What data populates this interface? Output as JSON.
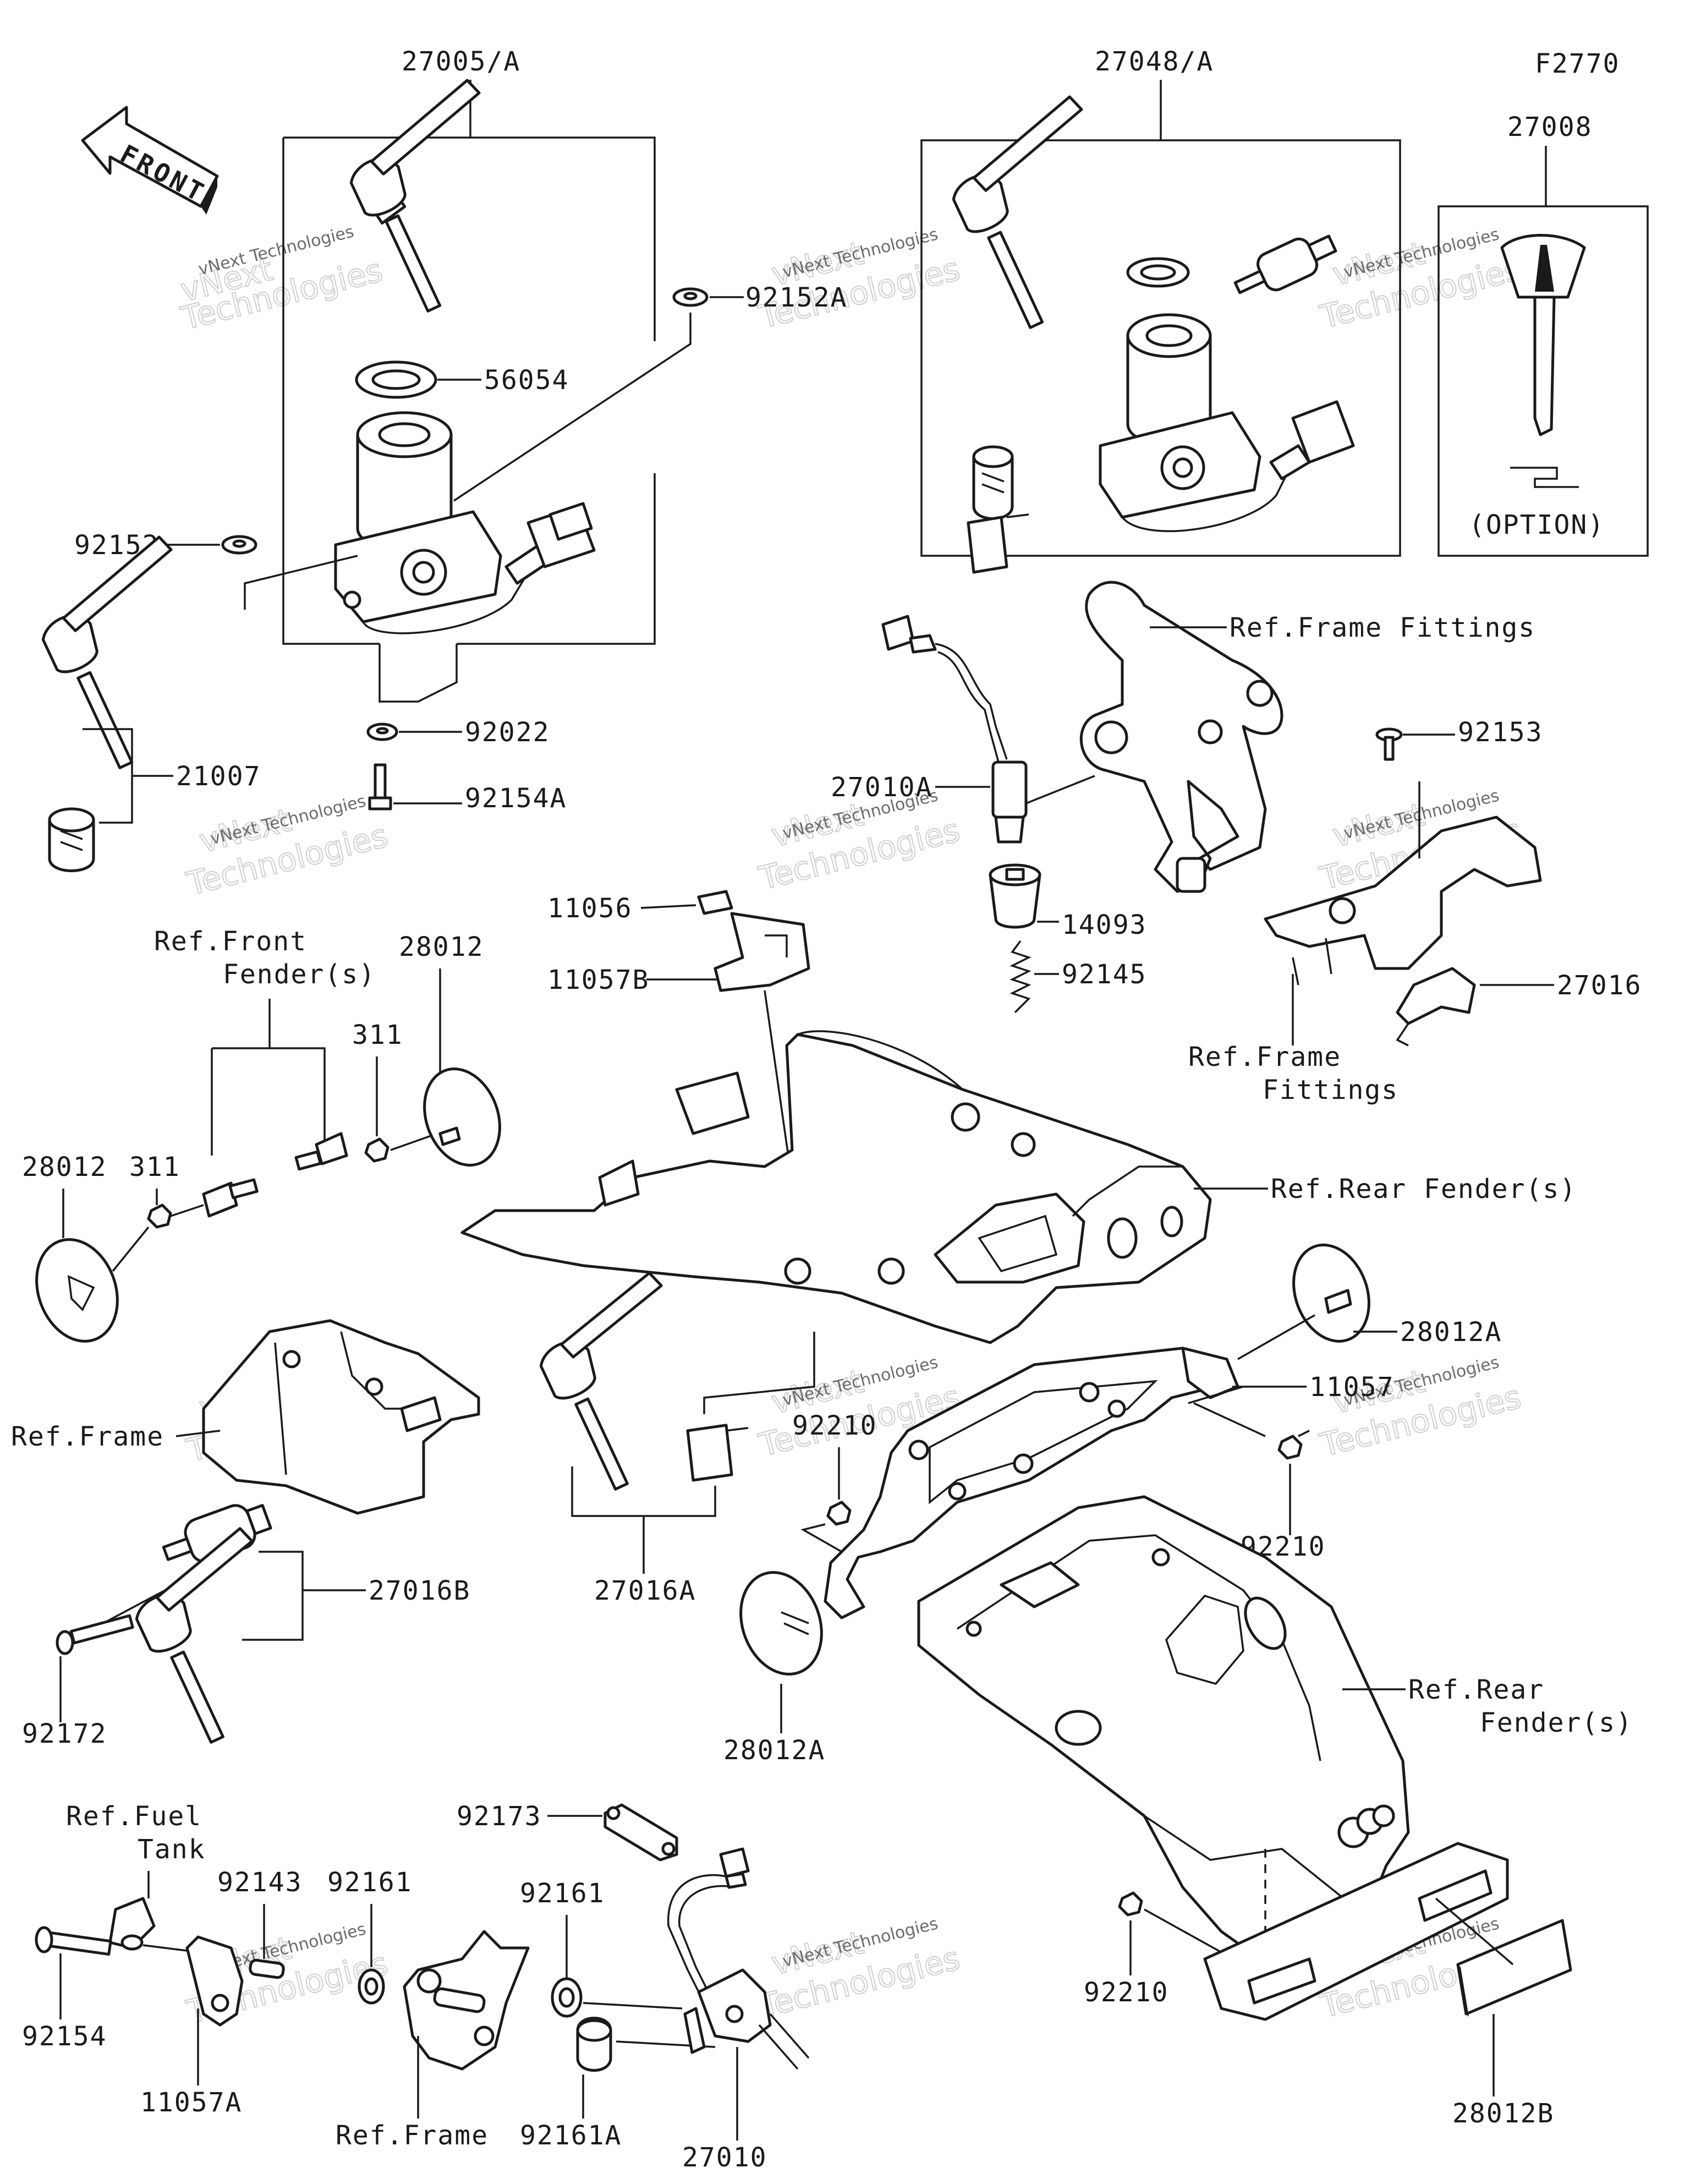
{
  "figure_code": "F2770",
  "front_label": "FRONT",
  "watermark": {
    "line1": "vNext Technologies",
    "line2": "vNext",
    "line3": "Technologies"
  },
  "labels": {
    "p27005A": "27005/A",
    "p27048A": "27048/A",
    "p27008": "27008",
    "option": "(OPTION)",
    "p92152A": "92152A",
    "p56054": "56054",
    "p92152": "92152",
    "p92022": "92022",
    "p92154A": "92154A",
    "p21007": "21007",
    "refFrameFittings1": "Ref.Frame Fittings",
    "p92153": "92153",
    "p27010A": "27010A",
    "p14093": "14093",
    "p92145": "92145",
    "p11056": "11056",
    "p11057B": "11057B",
    "refFrontFender1": "Ref.Front",
    "refFrontFender2": "Fender(s)",
    "p28012_top": "28012",
    "p311_top": "311",
    "p28012_left": "28012",
    "p311_left": "311",
    "p27016": "27016",
    "refFrameFittings2a": "Ref.Frame",
    "refFrameFittings2b": "Fittings",
    "refRearFender1": "Ref.Rear Fender(s)",
    "p28012A_right": "28012A",
    "refFrame1": "Ref.Frame",
    "p92210_mid": "92210",
    "p11057": "11057",
    "p92210_right": "92210",
    "p27016B": "27016B",
    "p27016A": "27016A",
    "p92172": "92172",
    "p28012A_mid": "28012A",
    "refRearFender2a": "Ref.Rear",
    "refRearFender2b": "Fender(s)",
    "refFuelTank1": "Ref.Fuel",
    "refFuelTank2": "Tank",
    "p92173": "92173",
    "p92143": "92143",
    "p92161_left": "92161",
    "p92161_right": "92161",
    "p92154": "92154",
    "p11057A": "11057A",
    "refFrame2": "Ref.Frame",
    "p92161A": "92161A",
    "p27010": "27010",
    "p92210_bottom": "92210",
    "p28012B": "28012B"
  }
}
